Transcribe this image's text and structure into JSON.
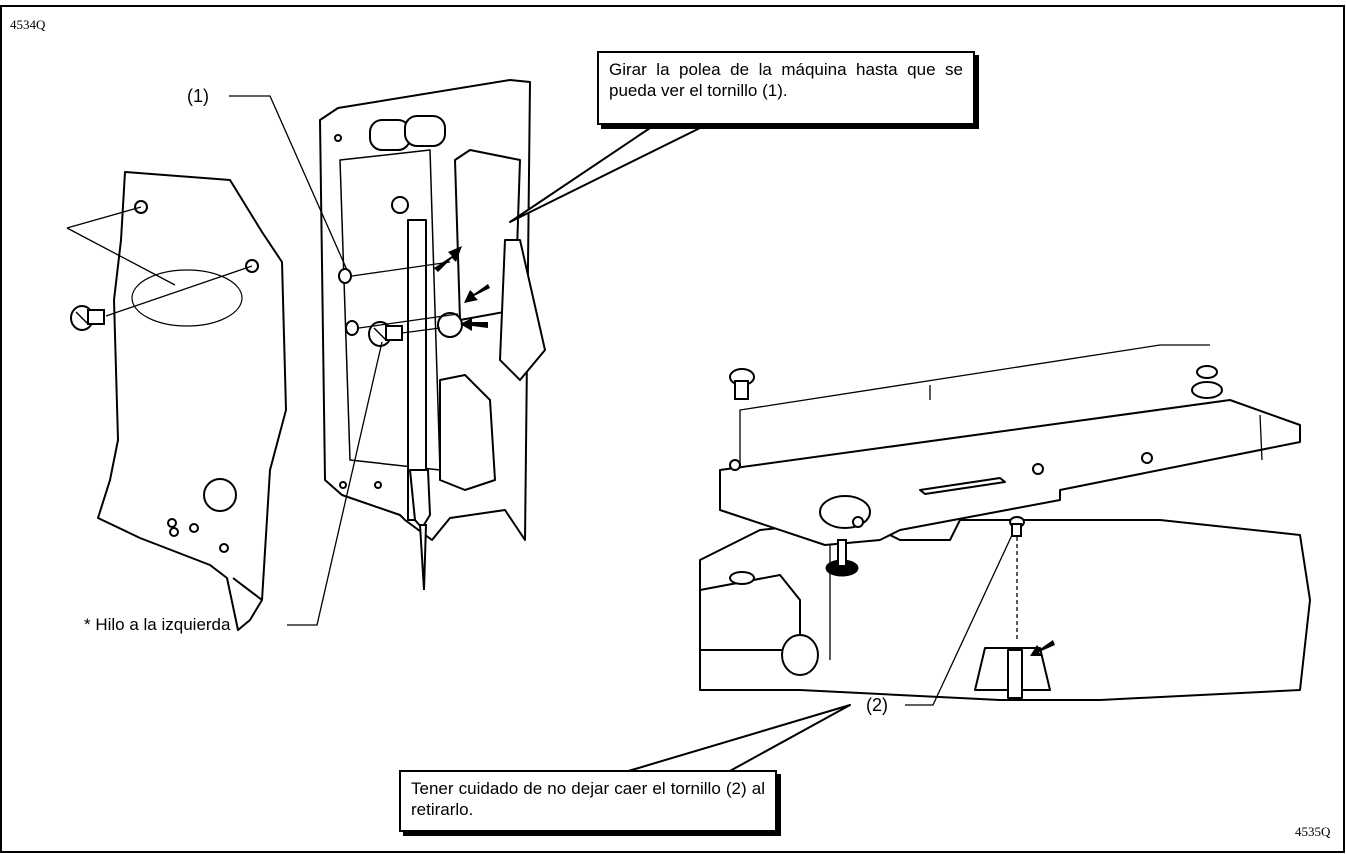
{
  "figure_codes": {
    "top_left": "4534Q",
    "bottom_right": "4535Q"
  },
  "callouts": {
    "top": "Girar la polea de la máquina hasta que se pueda ver el tornillo (1).",
    "bottom": "Tener cuidado de no dejar caer el tornillo (2) al retirarlo."
  },
  "labels": {
    "screw_1": "(1)",
    "screw_2": "(2)",
    "left_thread": "* Hilo a la izquierda"
  }
}
